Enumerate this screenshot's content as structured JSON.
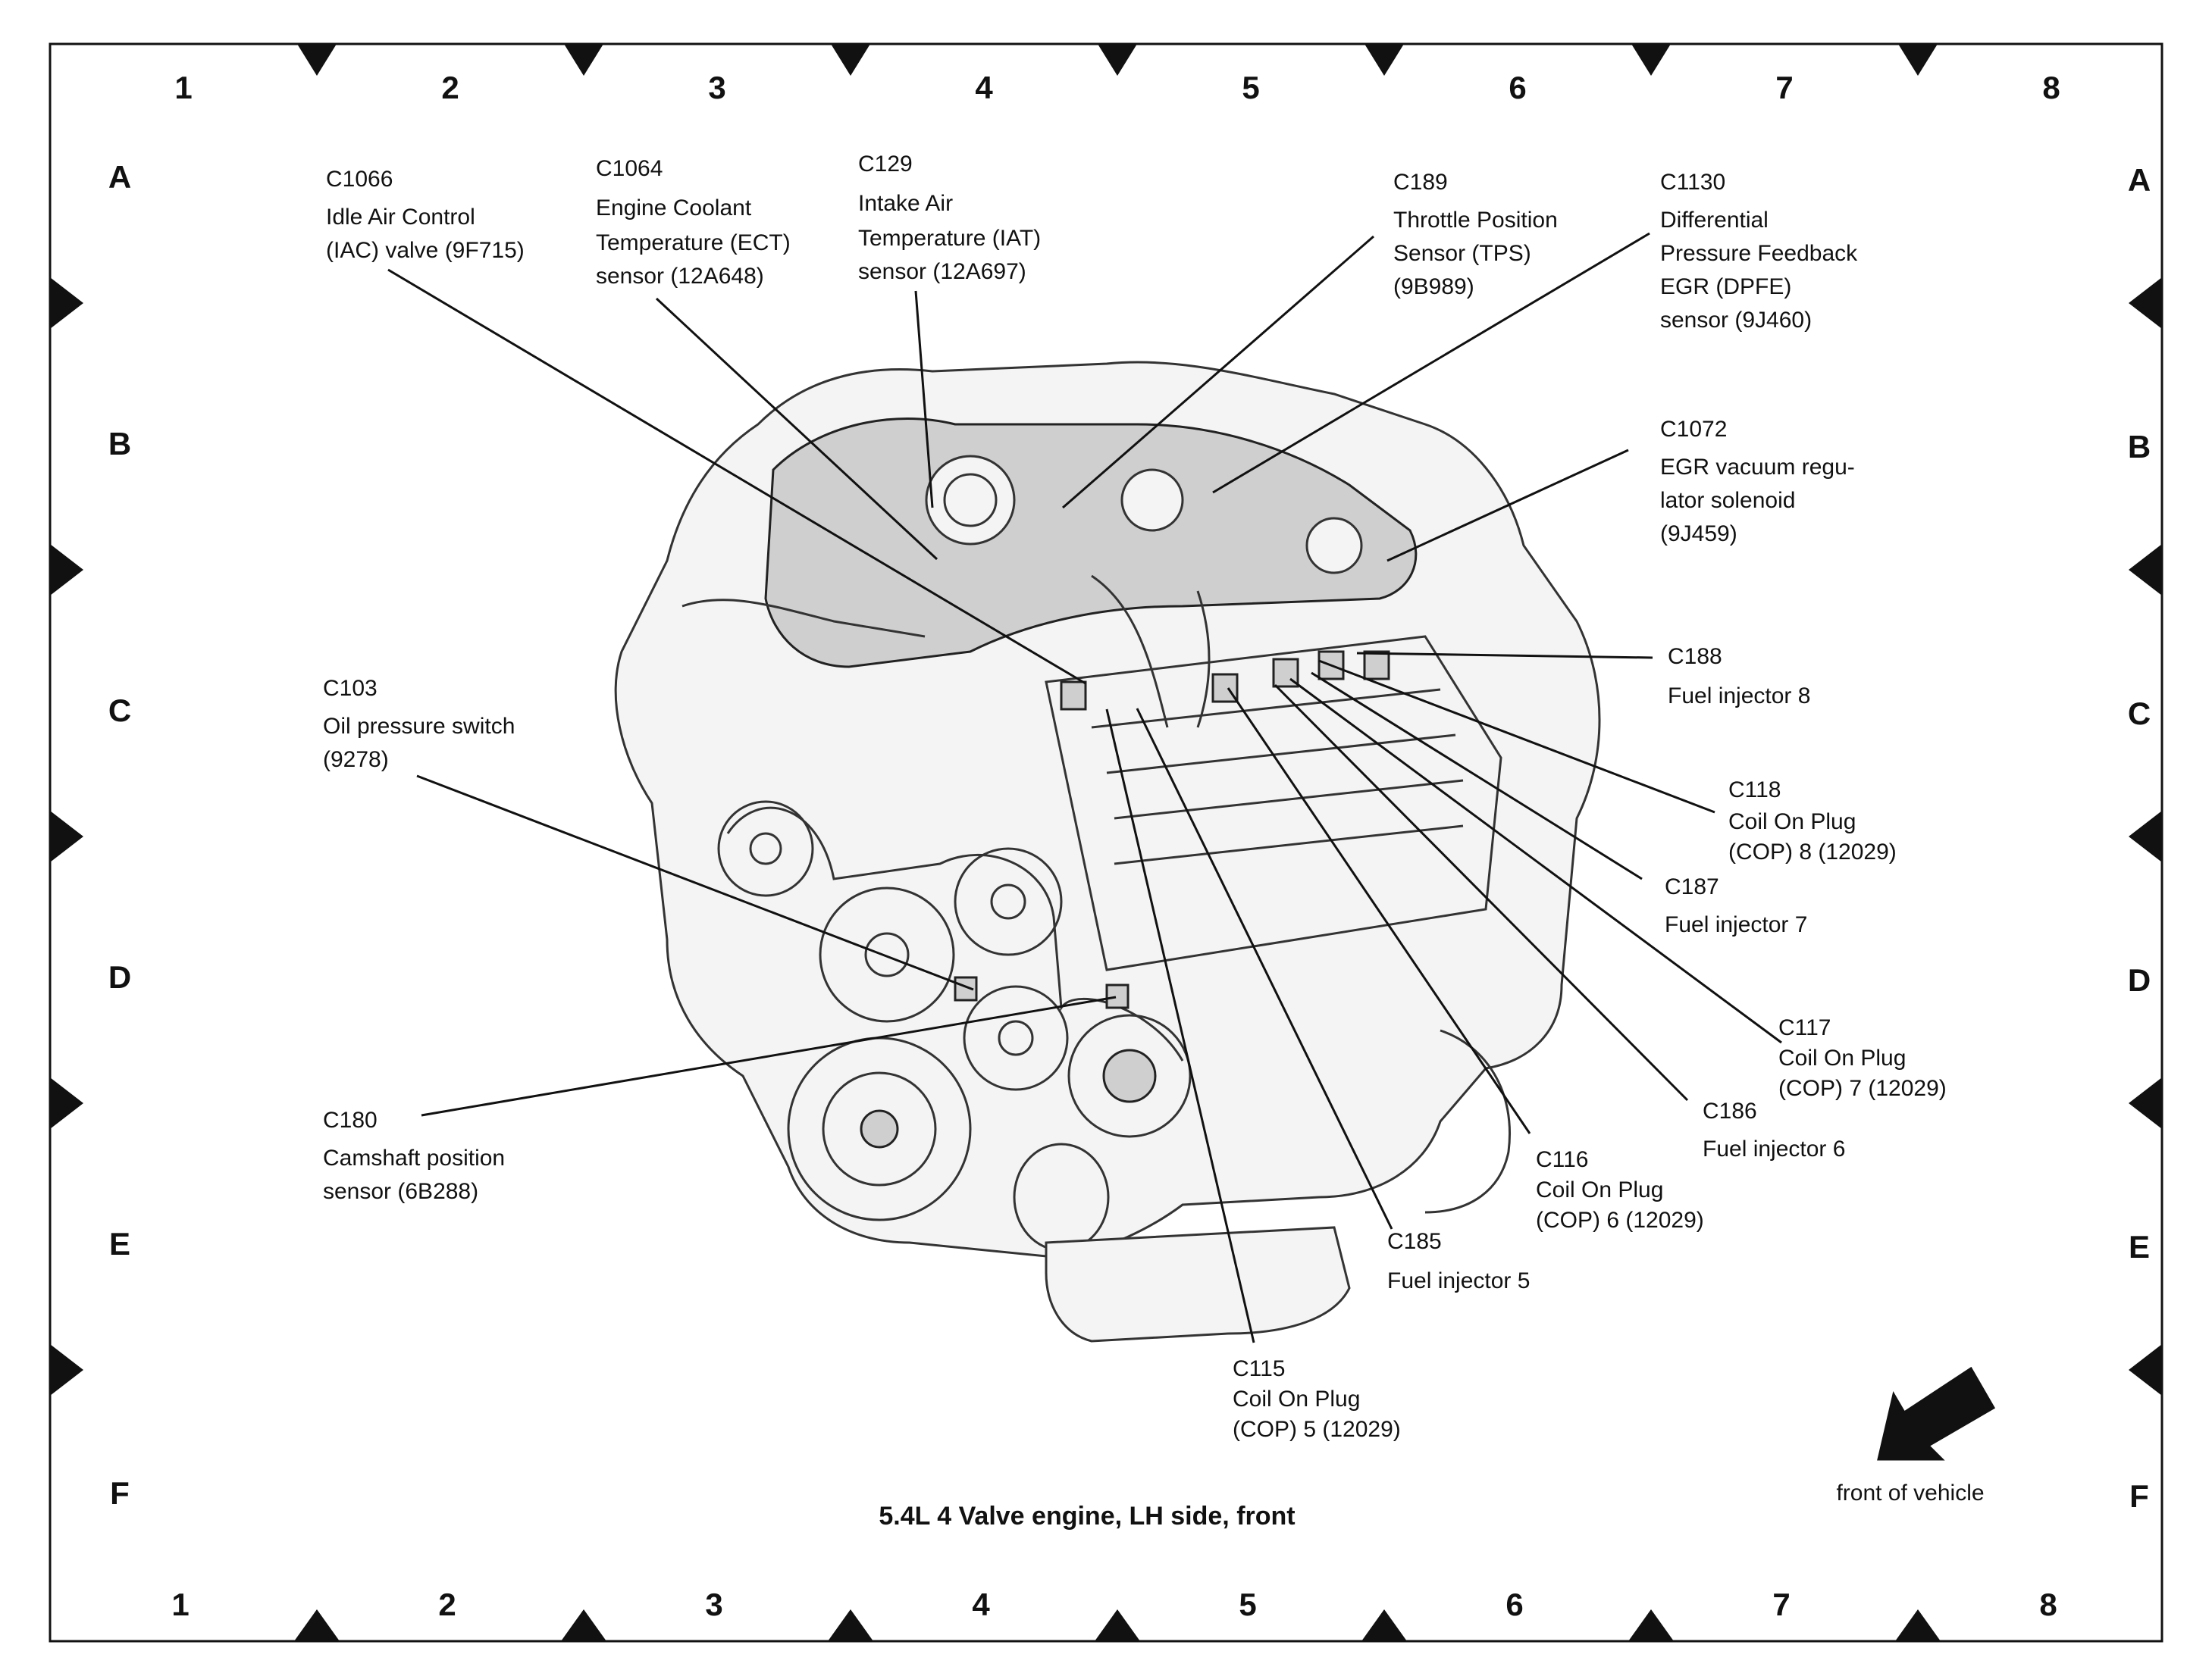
{
  "grid": {
    "columns": [
      "1",
      "2",
      "3",
      "4",
      "5",
      "6",
      "7",
      "8"
    ],
    "rows": [
      "A",
      "B",
      "C",
      "D",
      "E",
      "F"
    ]
  },
  "caption": "5.4L 4 Valve engine, LH side, front",
  "front_indicator": "front of vehicle",
  "callouts": [
    {
      "id": "c1066",
      "lines": [
        "C1066",
        "Idle Air Control",
        "(IAC) valve (9F715)"
      ]
    },
    {
      "id": "c1064",
      "lines": [
        "C1064",
        "Engine Coolant",
        "Temperature (ECT)",
        "sensor (12A648)"
      ]
    },
    {
      "id": "c129",
      "lines": [
        "C129",
        "Intake Air",
        "Temperature (IAT)",
        "sensor (12A697)"
      ]
    },
    {
      "id": "c189",
      "lines": [
        "C189",
        "Throttle Position",
        "Sensor (TPS)",
        "(9B989)"
      ]
    },
    {
      "id": "c1130",
      "lines": [
        "C1130",
        "Differential",
        "Pressure Feedback",
        "EGR (DPFE)",
        "sensor (9J460)"
      ]
    },
    {
      "id": "c1072",
      "lines": [
        "C1072",
        "EGR vacuum regu-",
        "lator solenoid",
        "(9J459)"
      ]
    },
    {
      "id": "c188",
      "lines": [
        "C188",
        "Fuel injector 8"
      ]
    },
    {
      "id": "c118",
      "lines": [
        "C118",
        "Coil On Plug",
        "(COP) 8 (12029)"
      ]
    },
    {
      "id": "c187",
      "lines": [
        "C187",
        "Fuel injector 7"
      ]
    },
    {
      "id": "c117",
      "lines": [
        "C117",
        "Coil On Plug",
        "(COP) 7 (12029)"
      ]
    },
    {
      "id": "c186",
      "lines": [
        "C186",
        "Fuel injector 6"
      ]
    },
    {
      "id": "c116",
      "lines": [
        "C116",
        "Coil On Plug",
        "(COP) 6 (12029)"
      ]
    },
    {
      "id": "c185",
      "lines": [
        "C185",
        "Fuel injector 5"
      ]
    },
    {
      "id": "c115",
      "lines": [
        "C115",
        "Coil On Plug",
        "(COP) 5 (12029)"
      ]
    },
    {
      "id": "c103",
      "lines": [
        "C103",
        "Oil pressure switch",
        "(9278)"
      ]
    },
    {
      "id": "c180",
      "lines": [
        "C180",
        "Camshaft position",
        "sensor (6B288)"
      ]
    }
  ]
}
